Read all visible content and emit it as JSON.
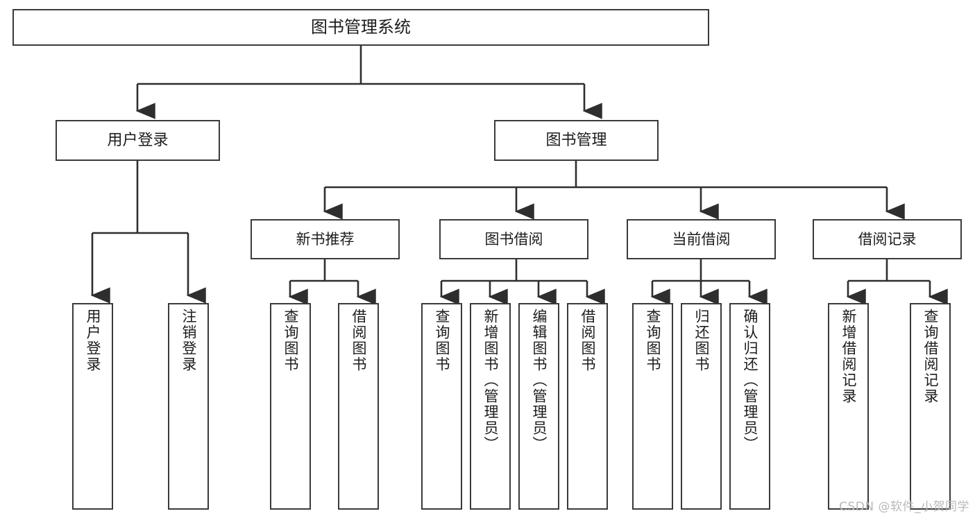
{
  "diagram": {
    "title": "图书管理系统",
    "type": "hierarchy-tree",
    "root": {
      "label": "图书管理系统",
      "children": [
        {
          "label": "用户登录",
          "children": [
            {
              "label": "用户登录"
            },
            {
              "label": "注销登录"
            }
          ]
        },
        {
          "label": "图书管理",
          "children": [
            {
              "label": "新书推荐",
              "children": [
                {
                  "label": "查询图书"
                },
                {
                  "label": "借阅图书"
                }
              ]
            },
            {
              "label": "图书借阅",
              "children": [
                {
                  "label": "查询图书"
                },
                {
                  "label": "新增图书（管理员）"
                },
                {
                  "label": "编辑图书（管理员）"
                },
                {
                  "label": "借阅图书"
                }
              ]
            },
            {
              "label": "当前借阅",
              "children": [
                {
                  "label": "查询图书"
                },
                {
                  "label": "归还图书"
                },
                {
                  "label": "确认归还（管理员）"
                }
              ]
            },
            {
              "label": "借阅记录",
              "children": [
                {
                  "label": "新增借阅记录"
                },
                {
                  "label": "查询借阅记录"
                }
              ]
            }
          ]
        }
      ]
    }
  },
  "nodes": {
    "root": "图书管理系统",
    "user_login": "用户登录",
    "book_manage": "图书管理",
    "new_book_rec": "新书推荐",
    "book_borrow": "图书借阅",
    "current_borrow": "当前借阅",
    "borrow_record": "借阅记录",
    "leaf_user_login": "用户登录",
    "leaf_logout": "注销登录",
    "leaf_query_book_a": "查询图书",
    "leaf_borrow_book_a": "借阅图书",
    "leaf_query_book_b": "查询图书",
    "leaf_add_book": "新增图书（管理员）",
    "leaf_edit_book": "编辑图书（管理员）",
    "leaf_borrow_book_b": "借阅图书",
    "leaf_query_book_c": "查询图书",
    "leaf_return_book": "归还图书",
    "leaf_confirm_return": "确认归还（管理员）",
    "leaf_add_record": "新增借阅记录",
    "leaf_query_record": "查询借阅记录"
  },
  "watermark": {
    "text": "CSDN @软件_小贺同学"
  },
  "colors": {
    "border": "#3a3a3a",
    "fill": "#ffffff",
    "text": "#1c1c1c",
    "watermark": "#b9b9b9"
  }
}
